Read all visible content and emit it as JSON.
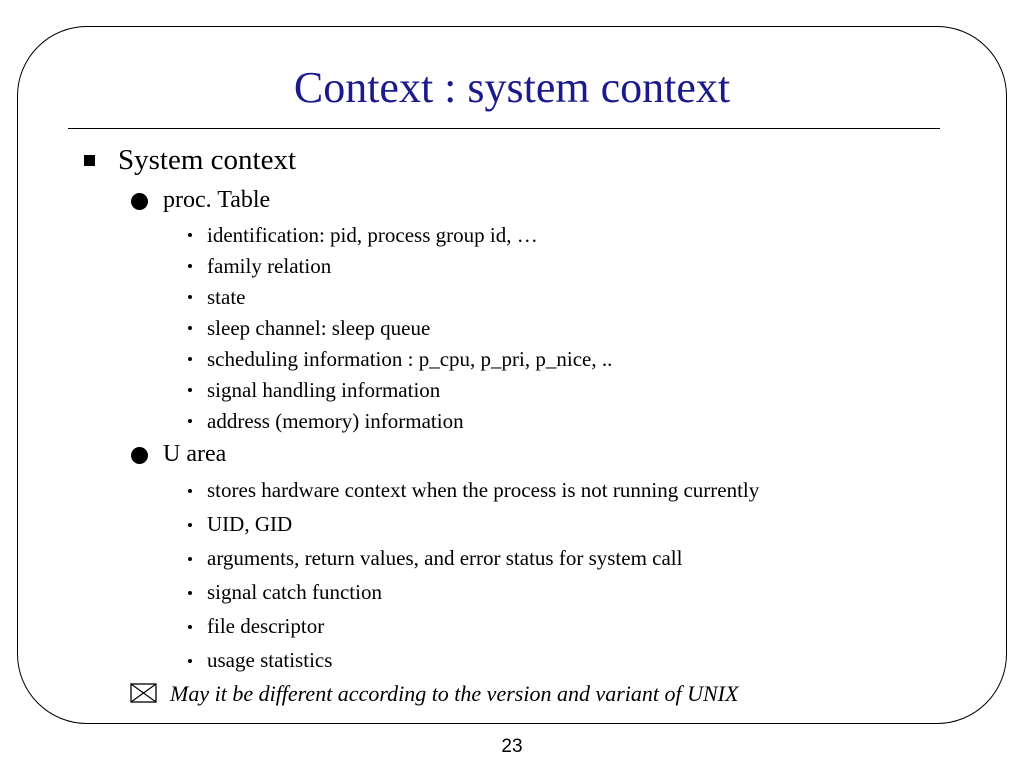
{
  "slide": {
    "title": "Context : system context",
    "page_number": "23",
    "level1": "System context",
    "proc_table": {
      "heading": "proc. Table",
      "items": [
        "identification: pid, process group id, …",
        "family relation",
        "state",
        "sleep channel: sleep queue",
        "scheduling information : p_cpu, p_pri, p_nice, ..",
        "signal handling information",
        "address (memory) information"
      ]
    },
    "u_area": {
      "heading": "U area",
      "items": [
        "stores hardware context when the process is not running currently",
        "UID, GID",
        "arguments, return values, and error status for system call",
        "signal catch function",
        "file descriptor",
        "usage statistics"
      ]
    },
    "note": "May it be different according to the version and variant of UNIX",
    "colors": {
      "title": "#1a1a8c",
      "text": "#000000",
      "background": "#ffffff"
    },
    "icons": {
      "level1_bullet": "square-bullet-icon",
      "level2_bullet": "circle-bullet-icon",
      "level3_bullet": "dot-bullet-icon",
      "note_bullet": "envelope-icon"
    }
  }
}
